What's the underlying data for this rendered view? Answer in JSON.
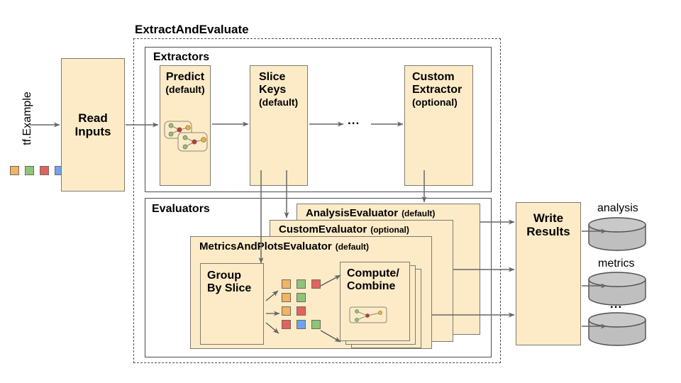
{
  "diagram": {
    "title_hidden": "TFMA ExtractAndEvaluate pipeline",
    "input_label": "tf.Example",
    "input_swatches": [
      "#f2b363",
      "#8fc379",
      "#e2625f",
      "#6fa3ef"
    ],
    "read_inputs": {
      "line1": "Read",
      "line2": "Inputs"
    },
    "extract_and_evaluate": {
      "label": "ExtractAndEvaluate"
    },
    "extractors": {
      "label": "Extractors",
      "ellipsis": "...",
      "items": [
        {
          "name": "Predict",
          "qualifier": "(default)",
          "has_graph_icon": true
        },
        {
          "name_line1": "Slice",
          "name_line2": "Keys",
          "qualifier": "(default)",
          "has_graph_icon": false
        },
        {
          "name_line1": "Custom",
          "name_line2": "Extractor",
          "qualifier": "(optional)",
          "has_graph_icon": false
        }
      ]
    },
    "evaluators": {
      "label": "Evaluators",
      "stack": [
        {
          "name": "AnalysisEvaluator",
          "qualifier": "(default)"
        },
        {
          "name": "CustomEvaluator",
          "qualifier": "(optional)"
        },
        {
          "name": "MetricsAndPlotsEvaluator",
          "qualifier": "(default)"
        }
      ],
      "group_by_slice": {
        "line1": "Group",
        "line2": "By Slice"
      },
      "compute_combine": {
        "line1": "Compute/",
        "line2": "Combine"
      },
      "slice_swatch_rows": [
        [
          "#f2b363",
          "#8fc379",
          "#e2625f"
        ],
        [
          "#f2b363",
          "#8fc379"
        ],
        [
          "#f2b363",
          "#e2625f"
        ],
        [
          "#e2625f",
          "#6fa3ef",
          "#8fc379"
        ]
      ]
    },
    "write_results": {
      "line1": "Write",
      "line2": "Results"
    },
    "outputs": [
      {
        "label": "analysis"
      },
      {
        "label": "metrics"
      },
      {
        "label": "..."
      }
    ],
    "colors": {
      "box_fill": "#fdebc8",
      "box_stroke": "#7d7a6e",
      "group_stroke": "#4d4d4d",
      "arrow": "#666666",
      "cylinder_fill": "#bfbfbf",
      "cylinder_stroke": "#4d4d4d"
    }
  }
}
